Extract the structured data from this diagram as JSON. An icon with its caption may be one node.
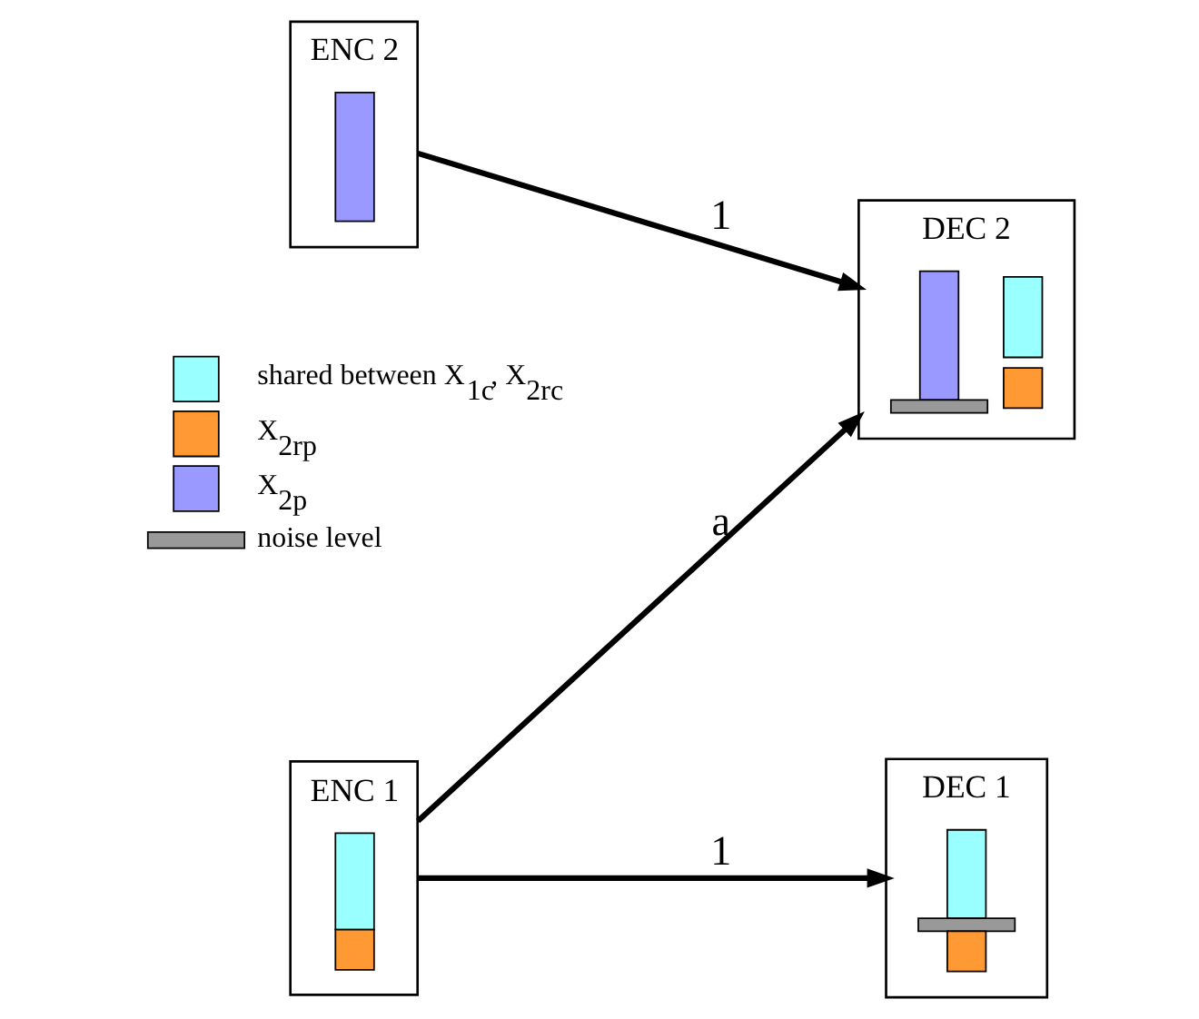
{
  "diagram": {
    "nodes": [
      {
        "text": [
          "ENC 1"
        ]
      },
      {
        "text": [
          "DEC 1"
        ]
      },
      {
        "text": [
          "ENC 2"
        ]
      },
      {
        "text": [
          "DEC 2"
        ]
      }
    ],
    "edges": [
      {
        "from": 0,
        "to": 1,
        "arrow": "to",
        "label": "1"
      },
      {
        "from": 0,
        "to": 3,
        "arrow": "to",
        "label": "a"
      },
      {
        "from": 2,
        "to": 3,
        "arrow": "to",
        "label": "1"
      }
    ],
    "legend": [
      {
        "text": "shared between X$_{1c}$, X$_{2rc}$",
        "color": "#99ffff"
      },
      {
        "text": "X$_{2rp}$",
        "color": "#ff9933"
      },
      {
        "text": "X$_{2p}$",
        "color": "#9999ff"
      },
      {
        "text": "noise level"
      }
    ]
  }
}
